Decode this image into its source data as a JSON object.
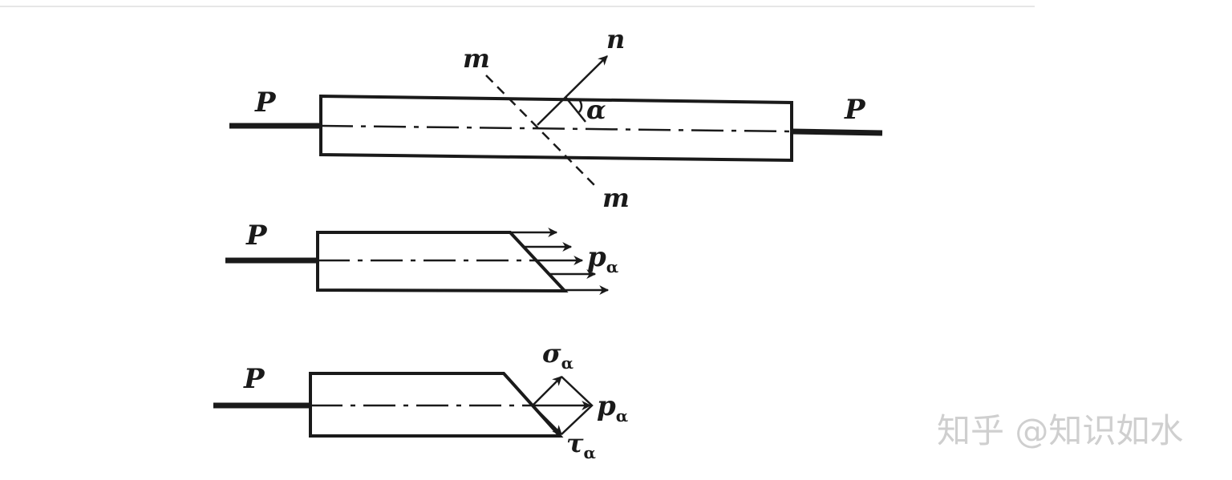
{
  "figure": {
    "bar_full": {
      "load_left": "P",
      "load_right": "P",
      "section_top": "m",
      "section_bottom": "m",
      "normal": "n",
      "angle": "α"
    },
    "bar_cut_stress": {
      "load": "P",
      "stress_symbol": "p",
      "stress_subscript": "α"
    },
    "bar_cut_components": {
      "load": "P",
      "normal_stress_symbol": "σ",
      "normal_stress_subscript": "α",
      "total_stress_symbol": "p",
      "total_stress_subscript": "α",
      "shear_stress_symbol": "τ",
      "shear_stress_subscript": "α"
    }
  },
  "watermark": "知乎 @知识如水"
}
